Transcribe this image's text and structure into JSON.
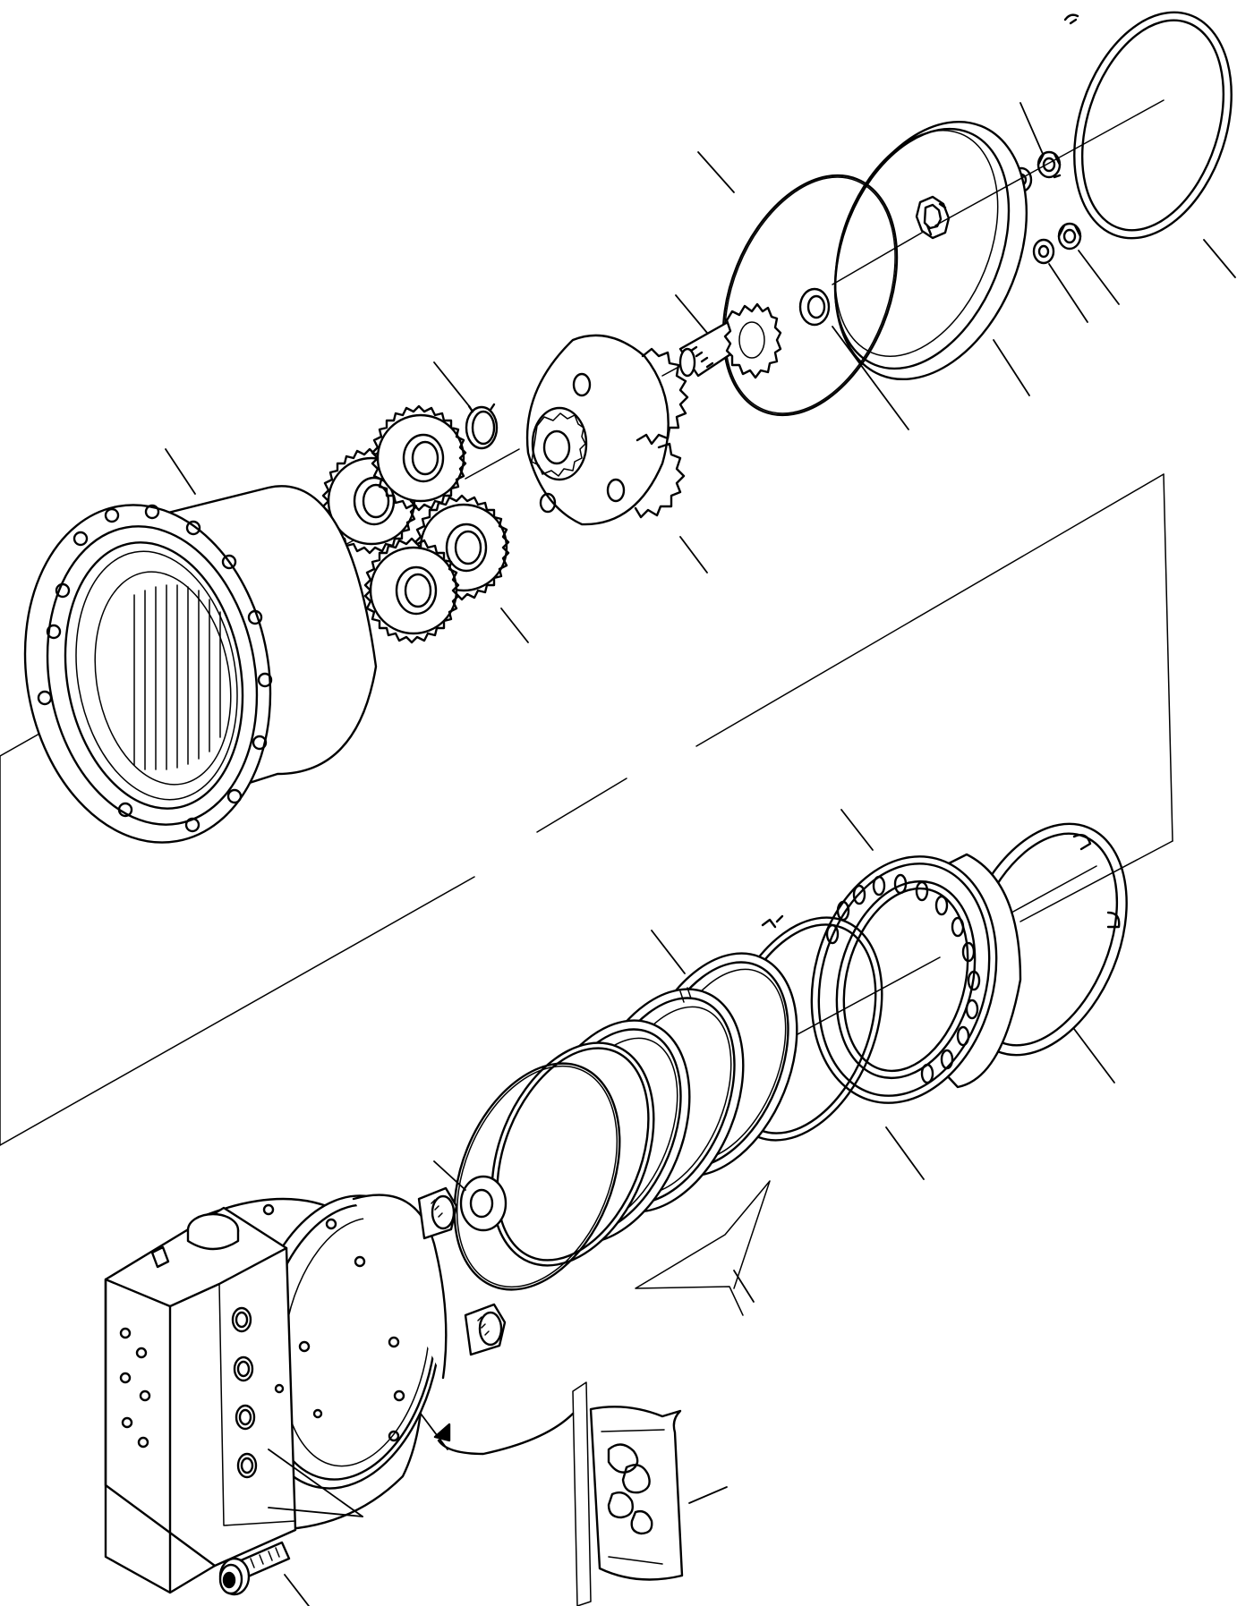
{
  "diagram": {
    "type": "exploded-parts-view",
    "line_color": "#000000",
    "background": "#ffffff",
    "parts": [
      {
        "name": "retaining-ring-large"
      },
      {
        "name": "nut-upper"
      },
      {
        "name": "washer-upper"
      },
      {
        "name": "nut-lower"
      },
      {
        "name": "washer-lower"
      },
      {
        "name": "cover-plate"
      },
      {
        "name": "o-ring-cover"
      },
      {
        "name": "thrust-washer"
      },
      {
        "name": "sun-gear-shaft"
      },
      {
        "name": "planet-carrier"
      },
      {
        "name": "snap-ring-small"
      },
      {
        "name": "planet-gear-set"
      },
      {
        "name": "ring-gear-housing"
      },
      {
        "name": "retaining-ring-lower"
      },
      {
        "name": "roller-bearing"
      },
      {
        "name": "snap-ring-lower"
      },
      {
        "name": "seal-group"
      },
      {
        "name": "spacer-washer"
      },
      {
        "name": "hydraulic-motor"
      },
      {
        "name": "seal-kit"
      },
      {
        "name": "socket-head-bolt"
      }
    ]
  }
}
